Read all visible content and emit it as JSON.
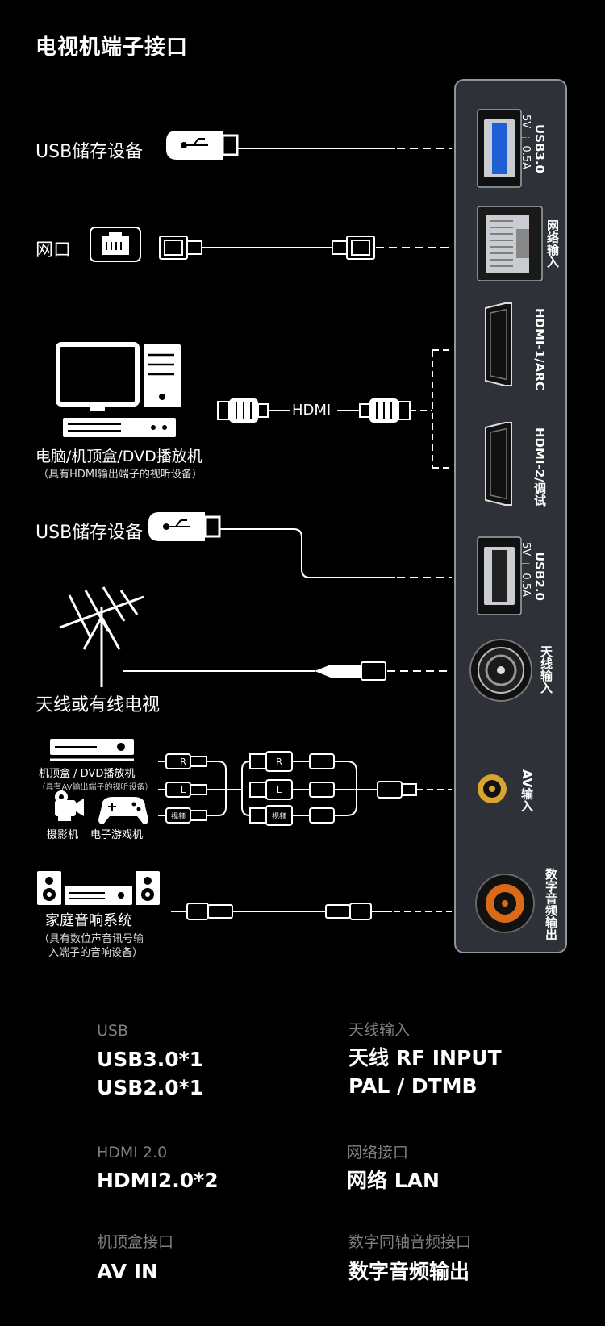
{
  "page": {
    "title": "电视机端子接口"
  },
  "devices": {
    "usb_top": "USB储存设备",
    "lan": "网口",
    "computer": "电脑/机顶盒/DVD播放机",
    "computer_note": "（具有HDMI输出端子的视听设备）",
    "hdmi_cable": "HDMI",
    "usb_bottom": "USB储存设备",
    "antenna": "天线或有线电视",
    "stb": "机顶盒 / DVD播放机",
    "stb_note": "（具有AV输出端子的视听设备）",
    "camera": "摄影机",
    "game": "电子游戏机",
    "audio": "家庭音响系统",
    "audio_note_1": "（具有数位声音讯号输",
    "audio_note_2": "入端子的音响设备）",
    "rca_r": "R",
    "rca_l": "L",
    "rca_video": "视频"
  },
  "ports": {
    "usb3": "USB3.0",
    "usb3_spec": "5V ⎓ 0.5A",
    "lan": "网络输入",
    "hdmi1": "HDMI-1/ARC",
    "hdmi2": "HDMI-2/调试",
    "usb2": "USB2.0",
    "usb2_spec": "5V ⎓ 0.5A",
    "antenna": "天线输入",
    "av": "AV输入",
    "optical": "数字音频输出"
  },
  "specs": {
    "usb": {
      "heading": "USB",
      "line1": "USB3.0*1",
      "line2": "USB2.0*1"
    },
    "antenna": {
      "heading": "天线输入",
      "line1": "天线 RF INPUT",
      "line2": "PAL / DTMB"
    },
    "hdmi": {
      "heading": "HDMI 2.0",
      "line1": "HDMI2.0*2"
    },
    "network": {
      "heading": "网络接口",
      "line1": "网络 LAN"
    },
    "stb": {
      "heading": "机顶盒接口",
      "line1": "AV IN"
    },
    "digital": {
      "heading": "数字同轴音频接口",
      "line1": "数字音频输出"
    }
  },
  "colors": {
    "usb3_blue": "#1e5fd6",
    "av_gold": "#d8a530",
    "coax_orange": "#d86a1a",
    "panel": "#2e3238"
  }
}
